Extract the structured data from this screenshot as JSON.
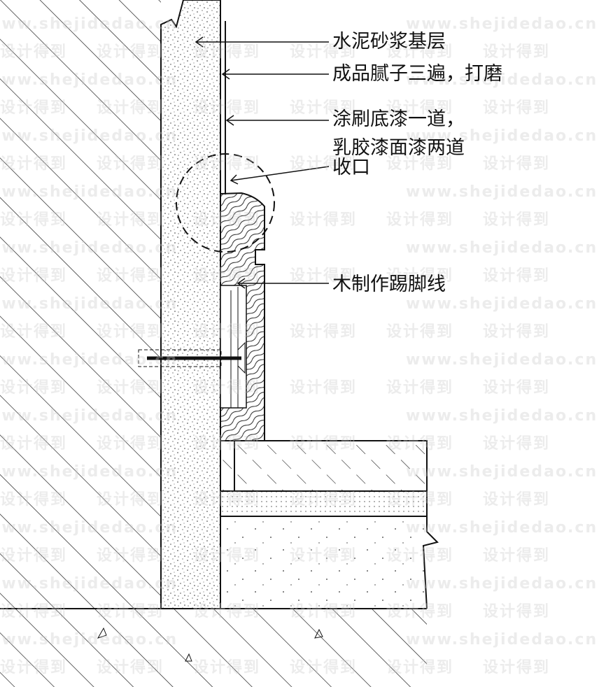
{
  "labels": {
    "mortar_base": "水泥砂浆基层",
    "putty": "成品腻子三遍，打磨",
    "primer_line1": "涂刷底漆一道，",
    "primer_line2": "乳胶漆面漆两道",
    "closure": "收口",
    "baseboard": "木制作踢脚线"
  },
  "watermark": {
    "url": "www.shejidedao.cn",
    "brand": "设计得到"
  }
}
